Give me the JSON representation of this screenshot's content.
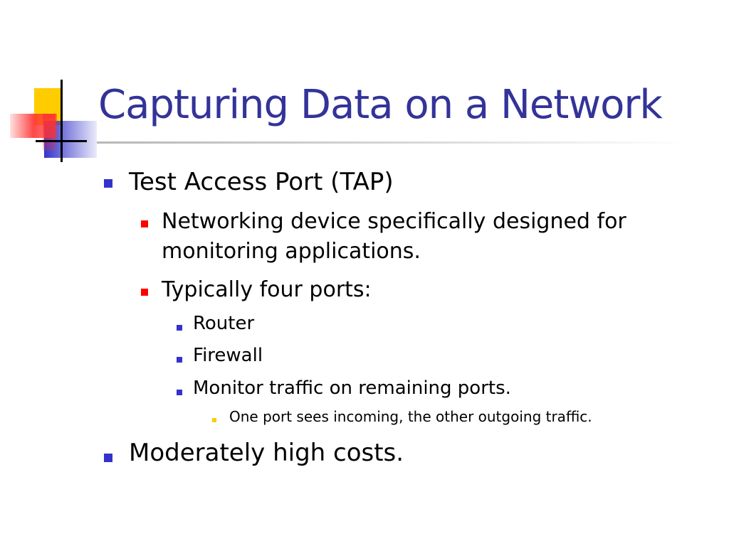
{
  "slide": {
    "title": "Capturing Data on a Network",
    "colors": {
      "title": "#333399",
      "bullet_level1": "#3333cc",
      "bullet_level2": "#ff0000",
      "bullet_level3": "#3333cc",
      "bullet_level4": "#ffcc00",
      "logo_yellow": "#ffcc00",
      "logo_red": "#ff3333",
      "logo_blue": "#3333cc"
    },
    "bullets": [
      {
        "level": 1,
        "text": "Test Access Port (TAP)"
      },
      {
        "level": 2,
        "lines": [
          "Networking device specifically designed for",
          "monitoring applications."
        ]
      },
      {
        "level": 2,
        "text": "Typically four ports:"
      },
      {
        "level": 3,
        "text": "Router"
      },
      {
        "level": 3,
        "text": "Firewall"
      },
      {
        "level": 3,
        "text": "Monitor traffic on remaining ports."
      },
      {
        "level": 4,
        "text": "One port sees incoming, the other outgoing traffic."
      },
      {
        "level": 1,
        "text": "Moderately high costs."
      }
    ]
  }
}
